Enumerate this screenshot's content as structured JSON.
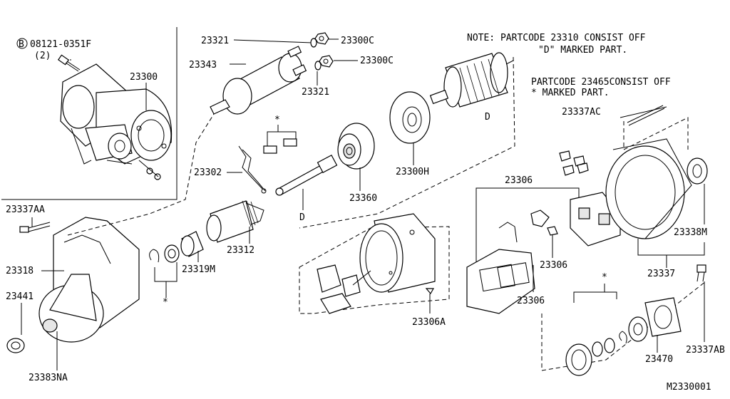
{
  "notes": {
    "line1": "NOTE: PARTCODE 23310 CONSIST OFF",
    "line2": "\"D\" MARKED PART.",
    "line3": "PARTCODE 23465CONSIST OFF",
    "line4": "* MARKED PART."
  },
  "bolt": {
    "circle_letter": "B",
    "code": "08121-0351F",
    "qty": "(2)"
  },
  "labels": {
    "l23300": "23300",
    "l23321a": "23321",
    "l23300c_a": "23300C",
    "l23343": "23343",
    "l23300c_b": "23300C",
    "l23321b": "23321",
    "l23302": "23302",
    "l23360": "23360",
    "l23300h": "23300H",
    "l23337ac": "23337AC",
    "l23306a": "23306",
    "l23306b": "23306",
    "l23306c": "23306",
    "l23306aa": "23306A",
    "l23337aa": "23337AA",
    "l23318": "23318",
    "l23441": "23441",
    "l23383na": "23383NA",
    "l23312": "23312",
    "l23319m": "23319M",
    "l23338m": "23338M",
    "l23337": "23337",
    "l23470": "23470",
    "l23337ab": "23337AB",
    "diagram_code": "M2330001",
    "mark_d1": "D",
    "mark_d2": "D",
    "star1": "*",
    "star2": "*",
    "star3": "*"
  }
}
